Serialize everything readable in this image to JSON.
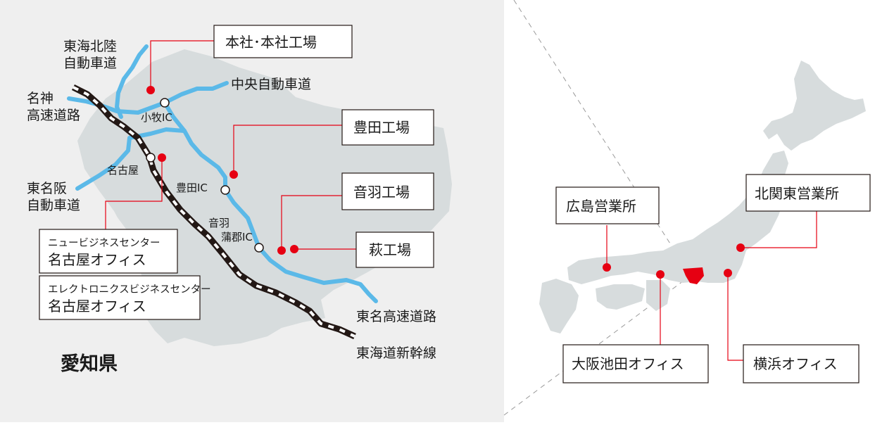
{
  "colors": {
    "left_bg": "#efefef",
    "land": "#d7dcdd",
    "expressway": "#5bb9e8",
    "marker": "#e60012",
    "rail": "#231815",
    "box_border": "#231815"
  },
  "aichi": {
    "prefecture_label": "愛知県",
    "expressways": {
      "hokuriku": [
        "東海北陸",
        "自動車道"
      ],
      "meishin": [
        "名神",
        "高速道路"
      ],
      "chuo": "中央自動車道",
      "higashi_meihan": [
        "東名阪",
        "自動車道"
      ],
      "tomei": "東名高速道路"
    },
    "railway": "東海道新幹線",
    "interchanges": {
      "komaki": "小牧IC",
      "nagoya": "名古屋",
      "toyota": "豊田IC",
      "otowa_gamagori": [
        "音羽",
        "蒲郡IC"
      ]
    },
    "facilities": {
      "honsha": "本社･本社工場",
      "toyota_factory": "豊田工場",
      "otowa_factory": "音羽工場",
      "hagi_factory": "萩工場",
      "business_center": [
        "ニュービジネスセンター",
        "名古屋オフィス"
      ],
      "electronics_center": [
        "エレクトロニクスビジネスセンター",
        "名古屋オフィス"
      ]
    }
  },
  "japan": {
    "offices": {
      "hiroshima": "広島営業所",
      "kitakanto": "北関東営業所",
      "osaka_ikeda": "大阪池田オフィス",
      "yokohama": "横浜オフィス"
    }
  }
}
